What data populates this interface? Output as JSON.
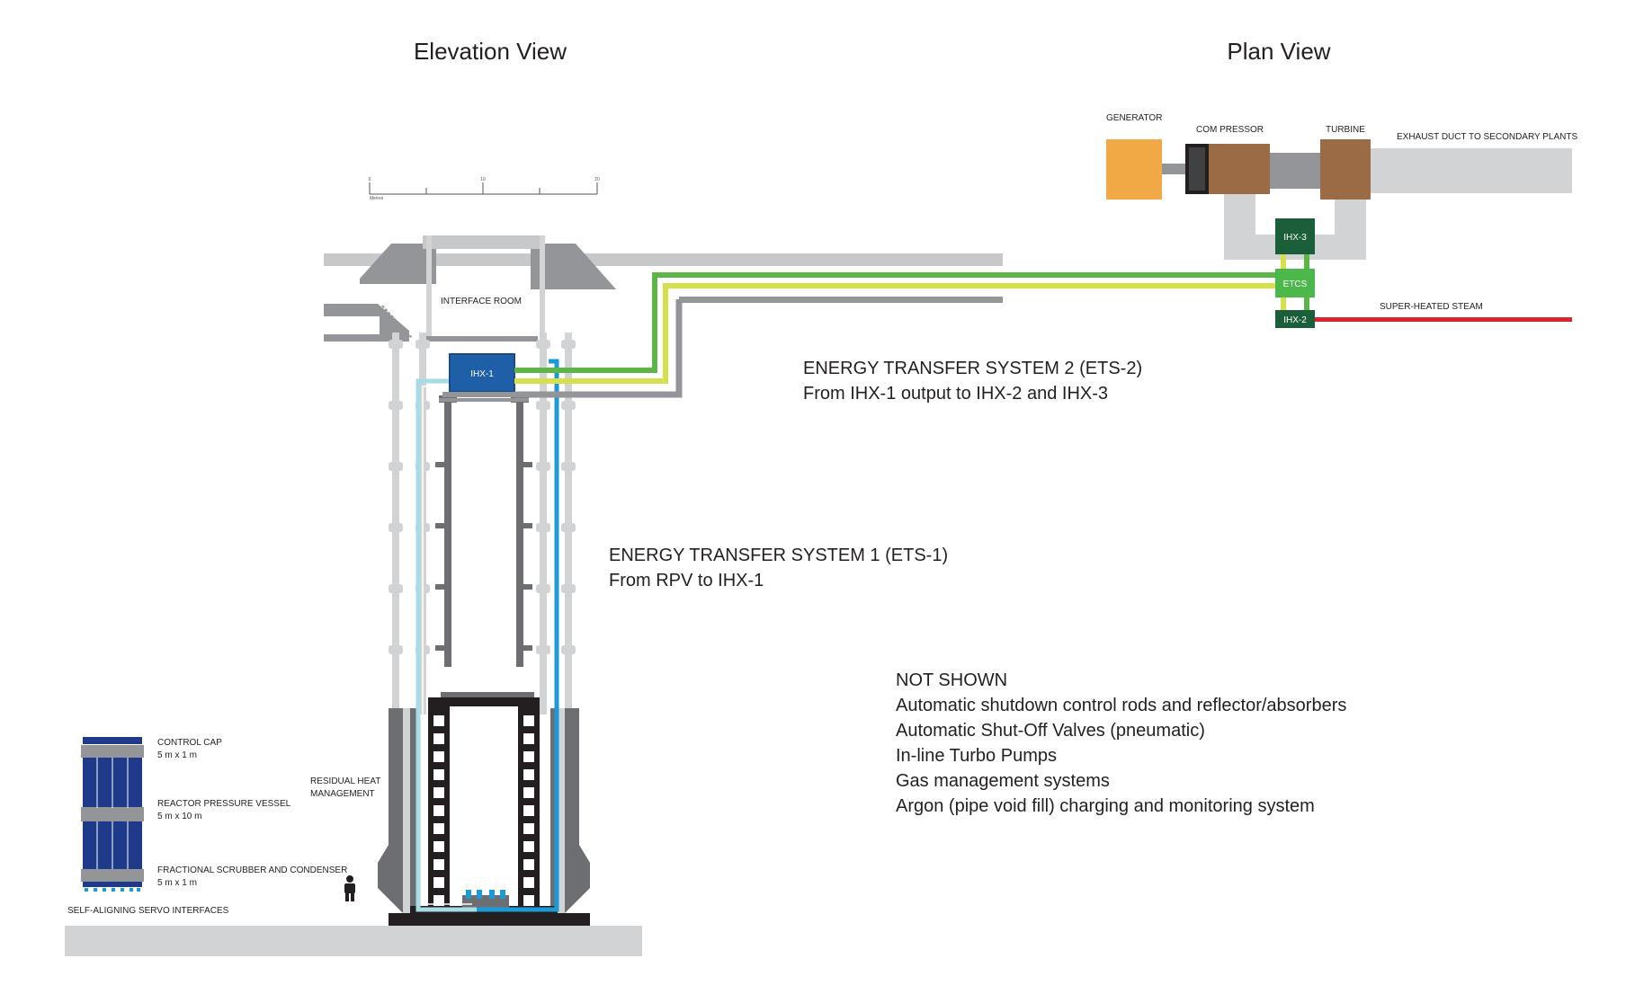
{
  "titles": {
    "elevation": "Elevation View",
    "plan": "Plan View"
  },
  "scale_bar": {
    "ticks": [
      "0",
      "10",
      "20"
    ],
    "unit": "Metres"
  },
  "elevation": {
    "interface_room": "INTERFACE ROOM",
    "ihx1": "IHX-1",
    "residual_heat_line1": "RESIDUAL HEAT",
    "residual_heat_line2": "MANAGEMENT"
  },
  "legend": {
    "control_cap": "CONTROL CAP",
    "control_cap_dim": "5 m x 1 m",
    "rpv": "REACTOR PRESSURE VESSEL",
    "rpv_dim": "5 m x 10 m",
    "scrubber": "FRACTIONAL SCRUBBER AND CONDENSER",
    "scrubber_dim": "5 m x 1 m",
    "servo": "SELF-ALIGNING SERVO INTERFACES"
  },
  "plan": {
    "generator": "GENERATOR",
    "compressor": "COM PRESSOR",
    "turbine": "TURBINE",
    "exhaust": "EXHAUST DUCT TO SECONDARY PLANTS",
    "ihx3": "IHX-3",
    "etcs": "ETCS",
    "ihx2": "IHX-2",
    "steam": "SUPER-HEATED STEAM"
  },
  "ets2": {
    "line1": "ENERGY TRANSFER SYSTEM 2 (ETS-2)",
    "line2": "From IHX-1 output to IHX-2 and IHX-3"
  },
  "ets1": {
    "line1": "ENERGY TRANSFER SYSTEM 1 (ETS-1)",
    "line2": "From RPV to IHX-1"
  },
  "not_shown": {
    "heading": "NOT SHOWN",
    "items": [
      "Automatic shutdown control rods and reflector/absorbers",
      "Automatic Shut-Off Valves (pneumatic)",
      "In-line Turbo Pumps",
      "Gas management systems",
      "Argon (pipe void fill) charging and monitoring system"
    ]
  },
  "colors": {
    "steel": "#8c8c8c",
    "light_grey": "#d1d3d4",
    "dark": "#231f20",
    "blue_pipe": "#1c9ad6",
    "ihx_blue": "#1f5fa8",
    "green_pipe": "#5bb646",
    "yellow_pipe": "#d6e04a",
    "dark_green": "#1b5e3a",
    "etcs_green": "#4cb74a",
    "steam_red": "#d7262d",
    "generator_orange": "#f0a944",
    "brown": "#9b6b45",
    "navy": "#1f3a8a"
  }
}
